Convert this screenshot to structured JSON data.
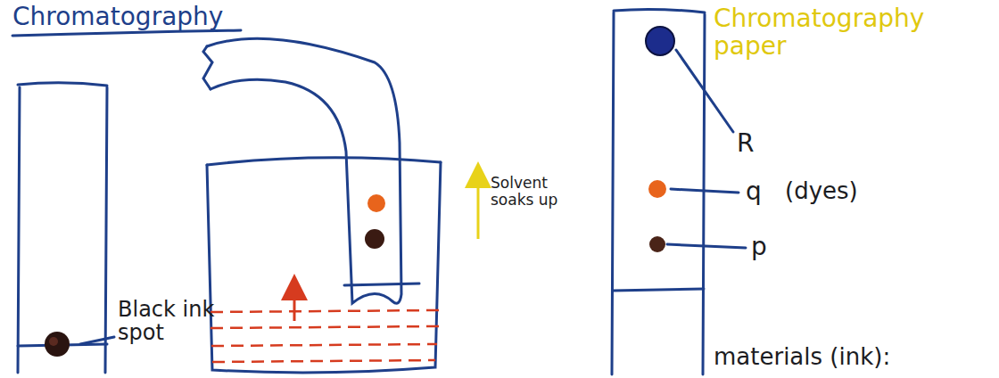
{
  "diagram": {
    "title": "Chromatography",
    "labels": [
      "Black ink spot",
      "Solvent soaks up",
      "Chromatography paper",
      "R",
      "q",
      "(dyes)",
      "p",
      "materials (ink):"
    ]
  }
}
